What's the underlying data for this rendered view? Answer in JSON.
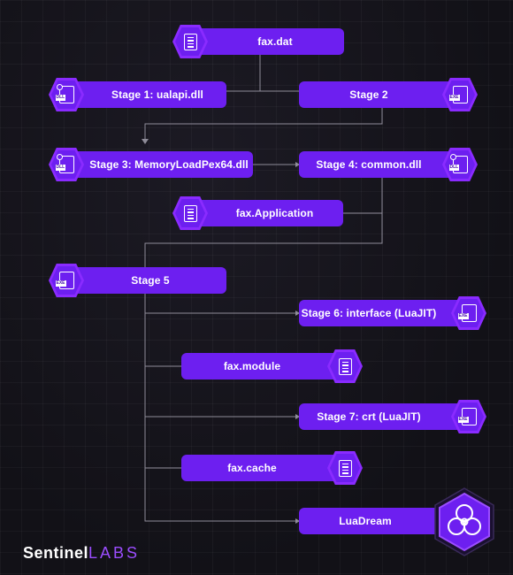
{
  "nodes": {
    "fax_dat": "fax.dat",
    "stage1": "Stage 1: ualapi.dll",
    "stage2": "Stage 2",
    "stage3": "Stage 3: MemoryLoadPex64.dll",
    "stage4": "Stage 4: common.dll",
    "fax_application": "fax.Application",
    "stage5": "Stage 5",
    "stage6": "Stage 6: interface (LuaJIT)",
    "fax_module": "fax.module",
    "stage7": "Stage 7: crt (LuaJIT)",
    "fax_cache": "fax.cache",
    "luadream": "LuaDream"
  },
  "file_tags": {
    "dll": "DLL",
    "exe": "EXE"
  },
  "logo": {
    "part1": "Sentinel",
    "part2": "LABS"
  },
  "icons": [
    "document-icon",
    "dll-file-icon",
    "exe-file-icon",
    "biohazard-icon"
  ],
  "colors": {
    "node": "#6d1ff0",
    "hex_border": "#8a2bff",
    "line": "#8f8c99",
    "background": "#141319"
  }
}
